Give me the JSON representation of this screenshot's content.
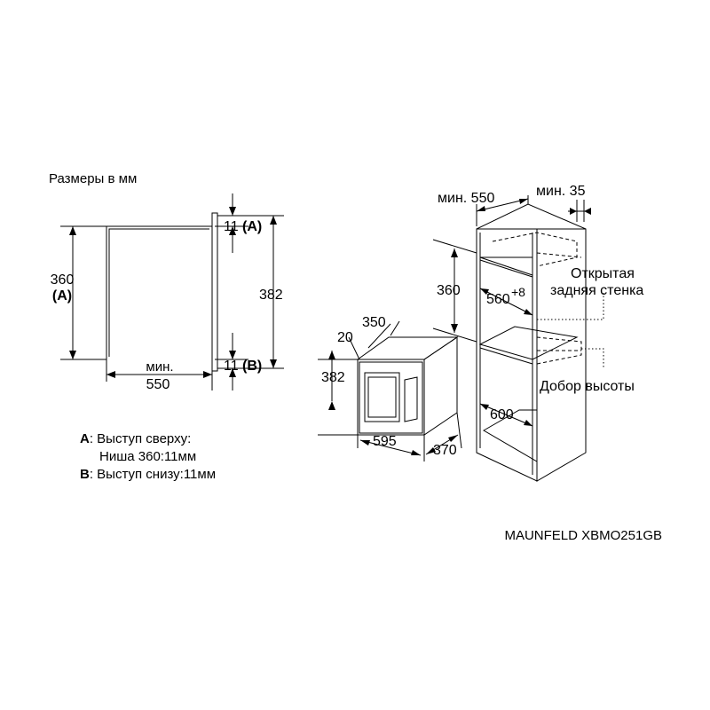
{
  "title": "Размеры в мм",
  "model": "MAUNFELD XBMO251GB",
  "side_view": {
    "dim_top": "11",
    "dim_top_ref": "(A)",
    "dim_bottom": "11",
    "dim_bottom_ref": "(B)",
    "dim_left": "360",
    "dim_left_ref": "(A)",
    "dim_right": "382",
    "dim_width_prefix": "мин.",
    "dim_width": "550"
  },
  "appliance": {
    "dim_depth": "350",
    "dim_front": "20",
    "dim_height": "382",
    "dim_width": "595",
    "dim_depth_total": "370"
  },
  "cabinet": {
    "min_depth": "мин. 550",
    "min_gap": "мин. 35",
    "niche_height": "360",
    "niche_width": "560",
    "niche_width_sup": "+8",
    "open_back_line1": "Открытая",
    "open_back_line2": "задняя стенка",
    "height_extension": "Добор высоты",
    "inner_width": "600"
  },
  "legend": [
    {
      "key": "A",
      "text": ": Выступ сверху:"
    },
    {
      "key": "",
      "text": "Ниша 360:11мм"
    },
    {
      "key": "B",
      "text": ": Выступ снизу:11мм"
    }
  ]
}
